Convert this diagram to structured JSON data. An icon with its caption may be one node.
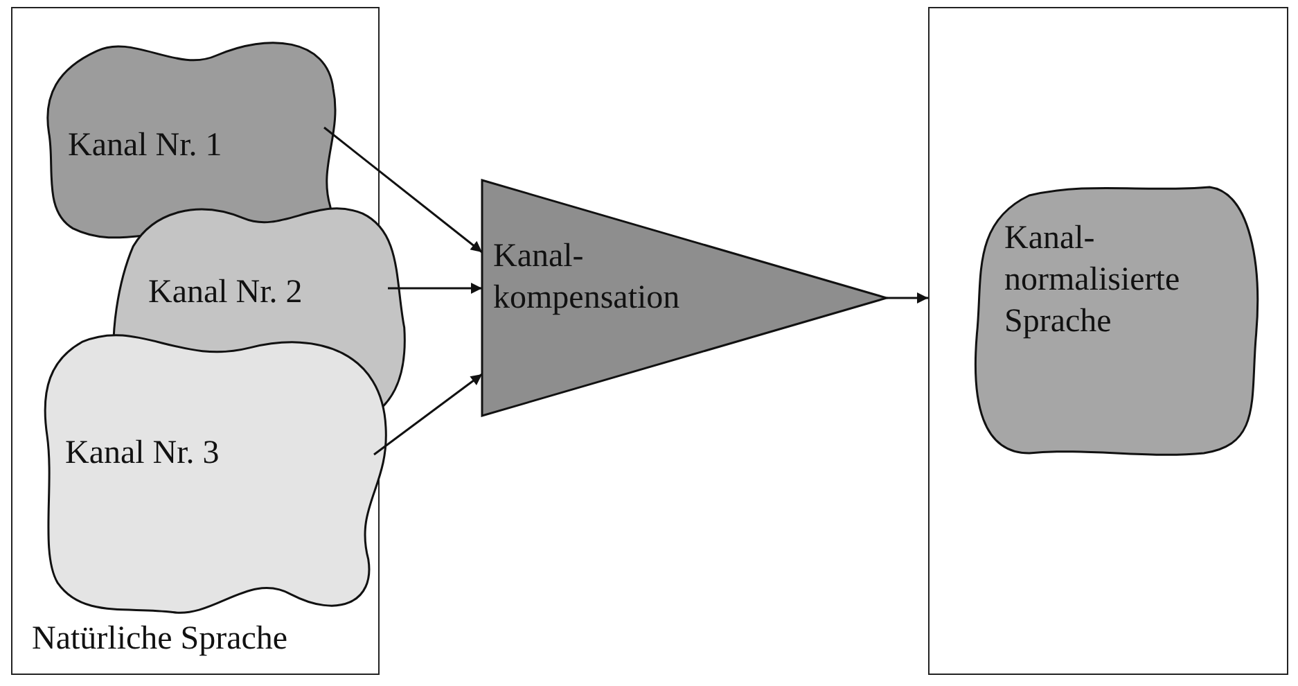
{
  "diagram": {
    "nodes": [
      {
        "text": [
          "Natürliche Sprache"
        ]
      },
      {
        "text": [
          "Kanal Nr. 1"
        ],
        "in": 0
      },
      {
        "text": [
          "Kanal Nr. 2"
        ],
        "in": 0
      },
      {
        "text": [
          "Kanal Nr. 3"
        ],
        "in": 0
      },
      {
        "text": [
          "Kanal- kompensation"
        ]
      },
      {
        "text": [],
        "shape": "box"
      },
      {
        "text": [
          "Kanal- normalisierte Sprache"
        ],
        "in": 5
      }
    ],
    "edges": [
      {
        "from": 1,
        "to": 4,
        "arrow": "to"
      },
      {
        "from": 2,
        "to": 4,
        "arrow": "to"
      },
      {
        "from": 3,
        "to": 4,
        "arrow": "to"
      },
      {
        "from": 4,
        "to": 5,
        "arrow": "to"
      }
    ]
  }
}
